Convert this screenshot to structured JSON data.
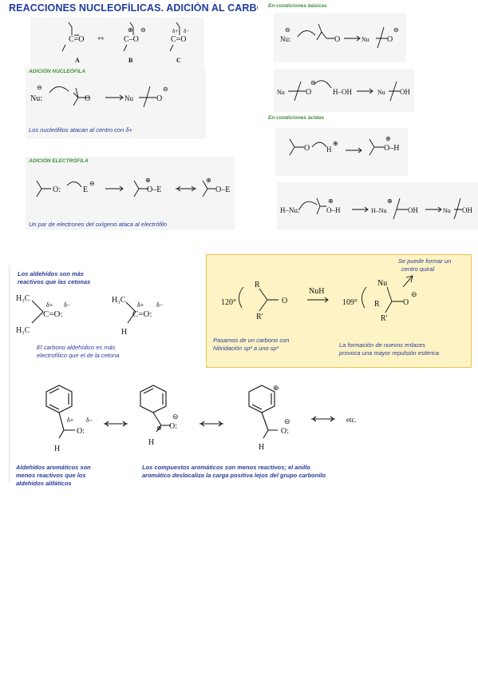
{
  "title": "REACCIONES NUCLEOFÍLICAS. ADICIÓN AL CARBONILO",
  "labels": {
    "resonance_A": "A",
    "resonance_B": "B",
    "resonance_C": "C",
    "nucleophilic_heading": "ADICIÓN NUCLEÓFILA",
    "nucleophilic_caption": "Los nucleófilos atacan al centro con δ+",
    "electrophilic_heading": "ADICIÓN ELECTRÓFILA",
    "electrophilic_caption": "Un par de electrones del oxígeno ataca al electrófilo",
    "basic_heading": "En condiciones básicas",
    "acid_heading": "En condiciones ácidas"
  },
  "reactivity": {
    "aldehydes_caption_1": "Los aldehídos son más",
    "aldehydes_caption_2": "reactivos que las cetonas",
    "carbon_caption_1": "El carbono aldehídico es más",
    "carbon_caption_2": "electrofílico que el de la cetona"
  },
  "yellow_box": {
    "chiral_note_1": "Se puede formar un",
    "chiral_note_2": "centro quiral",
    "angle_before": "120°",
    "angle_after": "109°",
    "reagent": "NuH",
    "hybrid_caption_1": "Pasamos de un carbono con",
    "hybrid_caption_2": "hibridación sp² a uno sp³",
    "steric_caption_1": "La formación de nuevos enlaces",
    "steric_caption_2": "provoca una mayor repulsión estérica"
  },
  "aromatic": {
    "etc": "etc.",
    "left_caption_1": "Aldehídos aromáticos son",
    "left_caption_2": "menos reactivos que los",
    "left_caption_3": "aldehídos alifáticos",
    "right_caption_1": "Los compuestos aromáticos son menos reactivos; el anillo",
    "right_caption_2": "aromático deslocaliza la carga positiva lejos del grupo carbonilo"
  }
}
